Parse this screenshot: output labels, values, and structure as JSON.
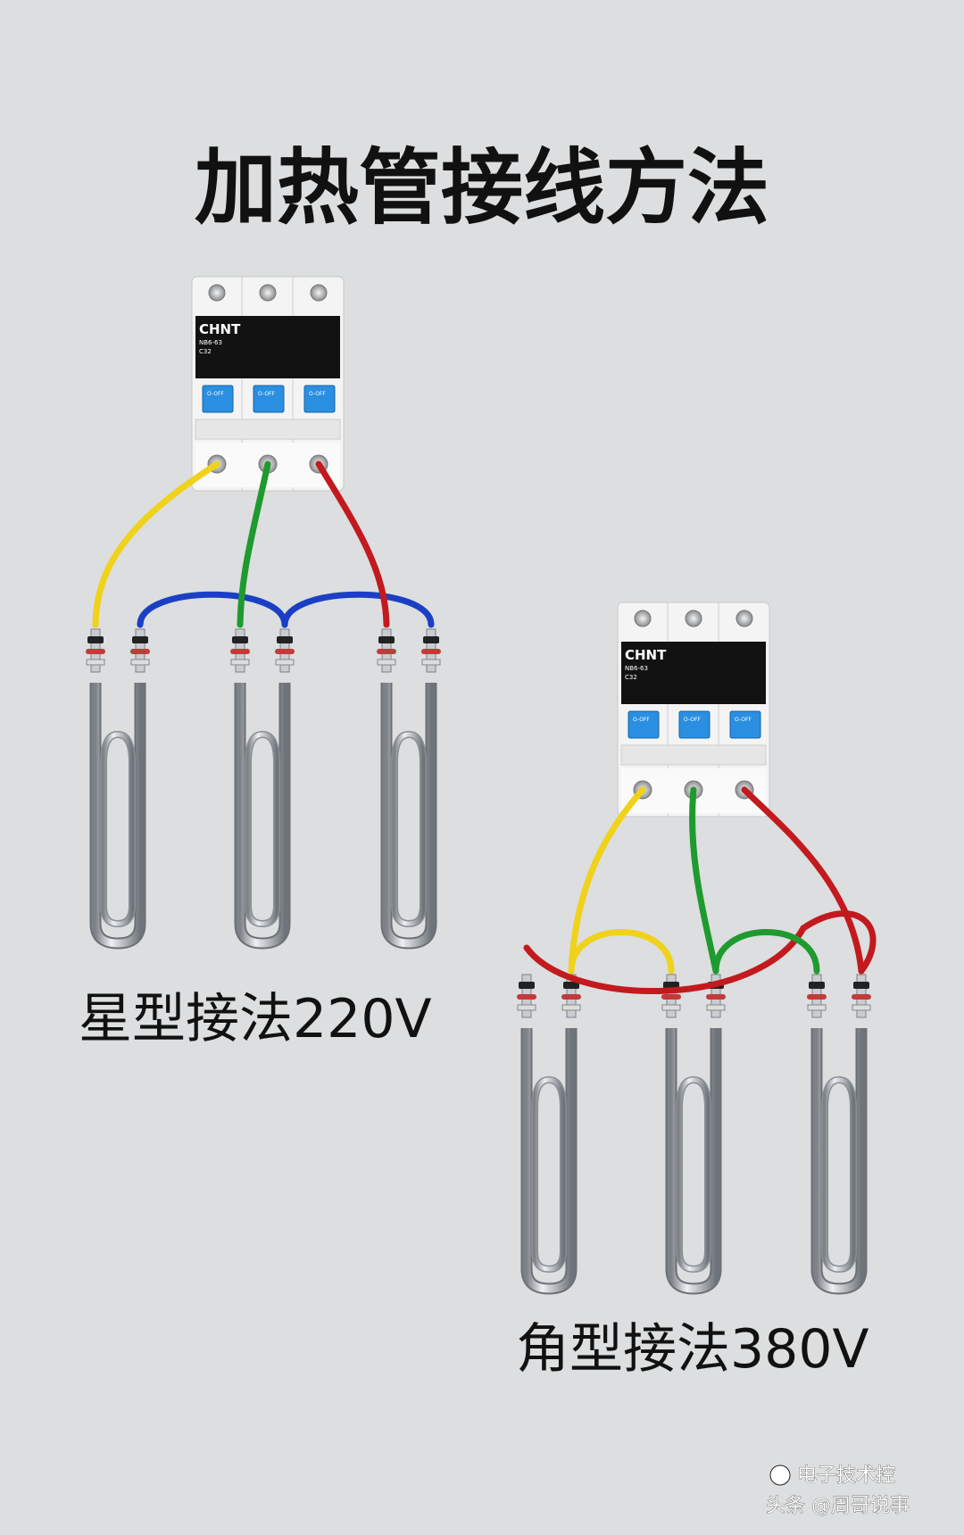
{
  "title": "加热管接线方法",
  "star": {
    "caption": "星型接法220V"
  },
  "delta": {
    "caption": "角型接法380V"
  },
  "breaker": {
    "brand": "CHNT",
    "model": "NB6-63",
    "rating": "C32",
    "switch_label": "O-OFF"
  },
  "wire_colors": {
    "L1": "#f0d21a",
    "L2": "#1f9a2e",
    "L3": "#c21a1e",
    "neutral": "#1b3fc4"
  },
  "watermark": {
    "account": "电子技术控",
    "source": "头条 @周哥说事"
  }
}
